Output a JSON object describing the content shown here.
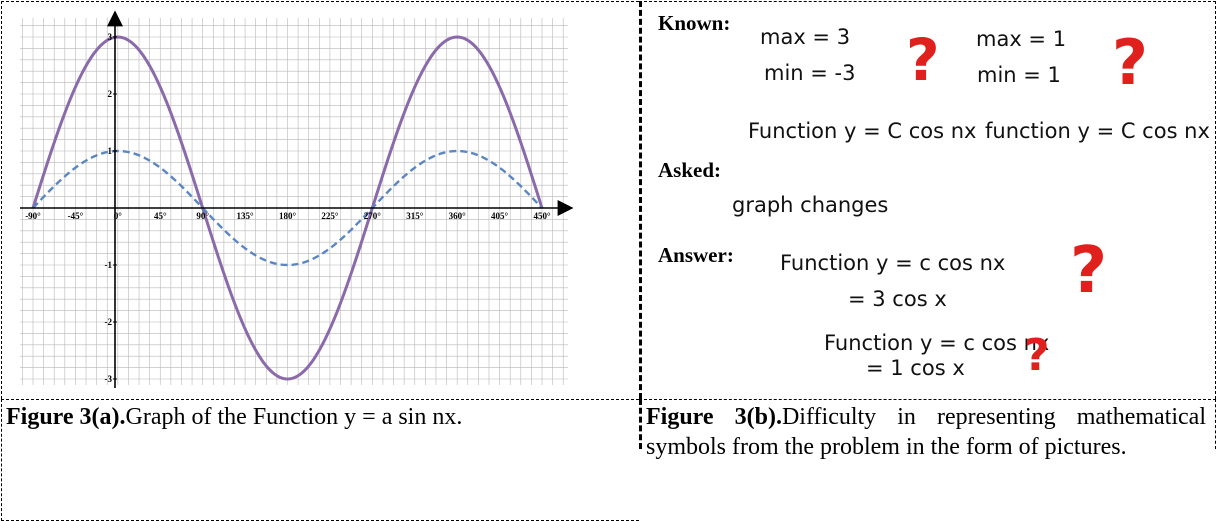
{
  "graph": {
    "x_ticks": [
      "-90°",
      "-45°",
      "0°",
      "45°",
      "90°",
      "135°",
      "180°",
      "225°",
      "270°",
      "315°",
      "360°",
      "405°",
      "450°"
    ],
    "y_ticks": [
      "3",
      "2",
      "1",
      "-1",
      "-2",
      "-3"
    ],
    "colors": {
      "large_curve": "#8b6aab",
      "small_curve": "#5b86c4",
      "grid": "#b8b8b8"
    }
  },
  "chart_data": {
    "type": "line",
    "x": [
      -90,
      -45,
      0,
      45,
      90,
      135,
      180,
      225,
      270,
      315,
      360,
      405,
      450
    ],
    "series": [
      {
        "style": "solid",
        "color": "#8b6aab",
        "amplitude": 3,
        "values": [
          0,
          2.12,
          3,
          2.12,
          0,
          -2.12,
          -3,
          -2.12,
          0,
          2.12,
          3,
          2.12,
          0
        ]
      },
      {
        "style": "dashed",
        "color": "#5b86c4",
        "amplitude": 1,
        "values": [
          0,
          0.71,
          1,
          0.71,
          0,
          -0.71,
          -1,
          -0.71,
          0,
          0.71,
          1,
          0.71,
          0
        ]
      }
    ],
    "xlim": [
      -90,
      450
    ],
    "ylim": [
      -3.3,
      3.3
    ],
    "grid": true
  },
  "notes": {
    "known_label": "Known:",
    "max_a": "max = 3",
    "min_a": "min = -3",
    "max_b": "max = 1",
    "min_b": "min = 1",
    "func_a": "Function y = C cos nx",
    "func_b": "function y = C cos nx",
    "asked_label": "Asked:",
    "asked_text": "graph changes",
    "answer_label": "Answer:",
    "answer_1": "Function  y = c  cos nx",
    "answer_2": "= 3 cos x",
    "answer_3": "Function  y = c  cos  nx",
    "answer_4": "= 1  cos  x",
    "question_mark": "?"
  },
  "captions": {
    "a_label": "Figure 3(a).",
    "a_text": "Graph of the Function y = a sin nx.",
    "b_label": "Figure 3(b).",
    "b_text": "Difficulty in representing mathematical symbols from the problem in the form of pictures."
  }
}
